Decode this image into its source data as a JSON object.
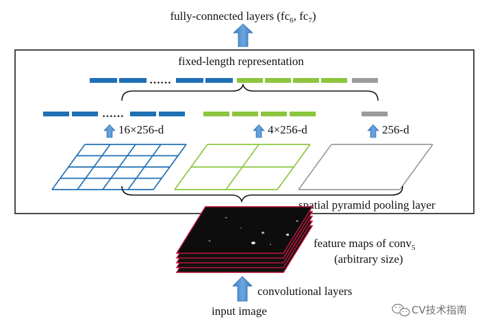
{
  "labels": {
    "fc_main": "fully-connected layers (fc",
    "fc_sub6": "6",
    "fc_mid": ", fc",
    "fc_sub7": "7",
    "fc_end": ")",
    "fixed_length": "fixed-length representation",
    "dots": "……",
    "dim_16": "16×256-d",
    "dim_4": "4×256-d",
    "dim_1": "256-d",
    "spp_layer": "spatial pyramid pooling layer",
    "feature_main": "feature maps of conv",
    "feature_sub": "5",
    "arbitrary": "(arbitrary size)",
    "conv_layers": "convolutional layers",
    "input_image": "input image",
    "watermark": "CV技术指南"
  },
  "colors": {
    "blue": "#1f6fb4",
    "green": "#8cc63e",
    "gray": "#9b9b9b",
    "arrow": "#4f8fd0",
    "frame": "#1a1a1a",
    "map_edge": "#c0143c"
  },
  "pyramid": {
    "levels": [
      {
        "bins": 16,
        "grid": 4,
        "color": "blue"
      },
      {
        "bins": 4,
        "grid": 2,
        "color": "green"
      },
      {
        "bins": 1,
        "grid": 1,
        "color": "gray"
      }
    ]
  }
}
